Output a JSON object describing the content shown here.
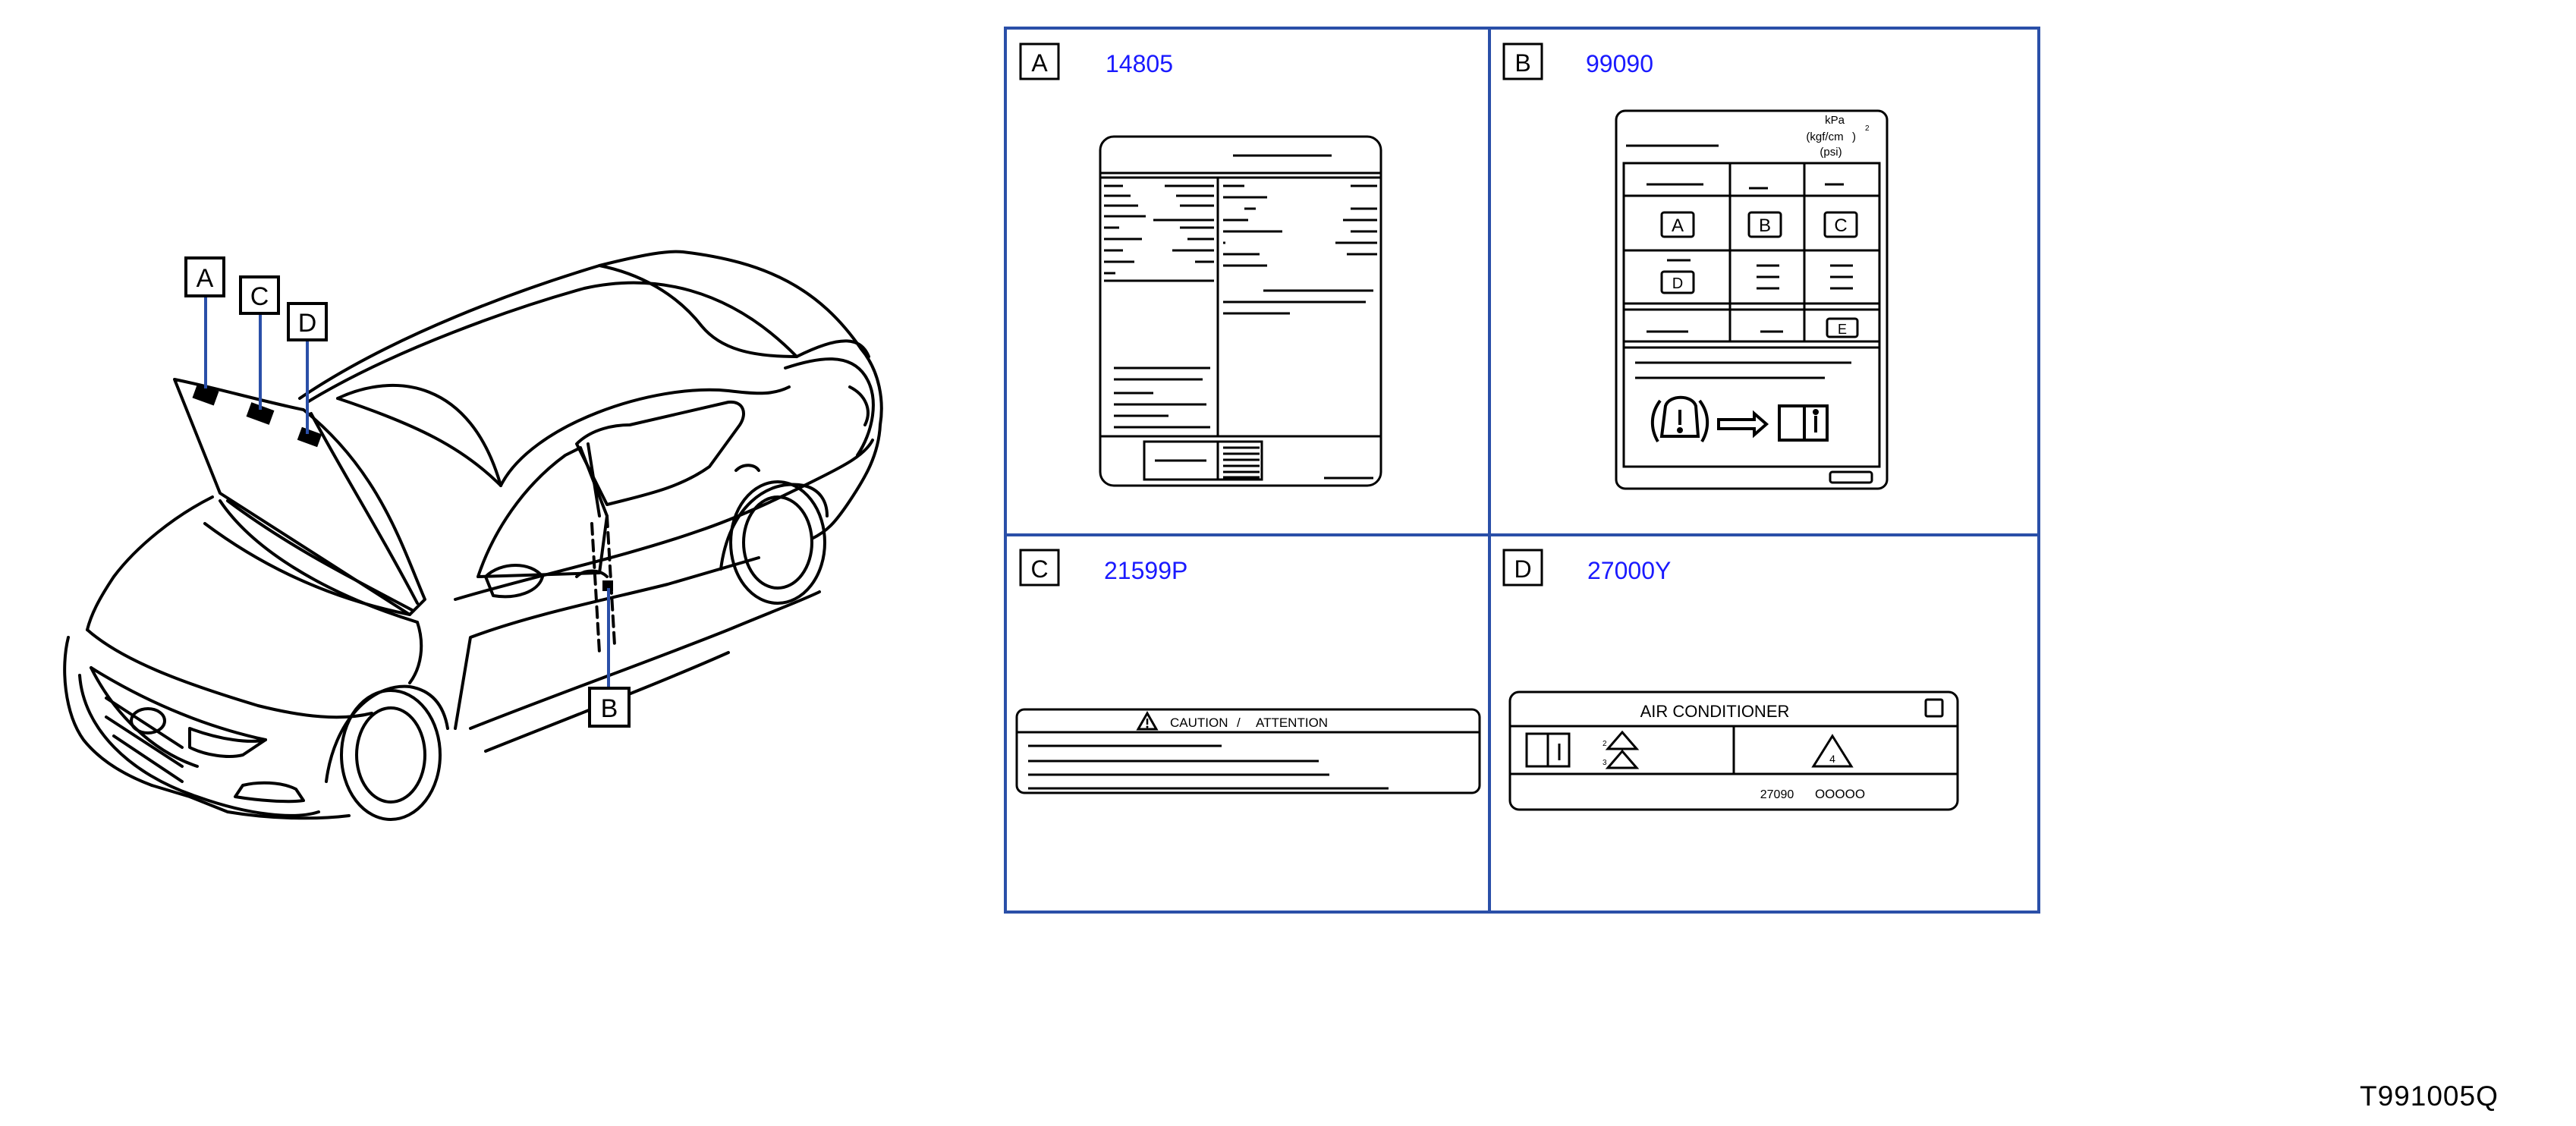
{
  "colors": {
    "frame": "#2a4fa8",
    "part_number": "#1a1aff",
    "callout_line": "#2a4fa8",
    "ink": "#000000"
  },
  "callouts": {
    "a": "A",
    "b": "B",
    "c": "C",
    "d": "D"
  },
  "panels": [
    {
      "letter": "A",
      "part_number": "14805"
    },
    {
      "letter": "B",
      "part_number": "99090"
    },
    {
      "letter": "C",
      "part_number": "21599P"
    },
    {
      "letter": "D",
      "part_number": "27000Y"
    }
  ],
  "label_b": {
    "unit_kpa": "kPa",
    "unit_kgf": "(kgf/cm",
    "unit_kgf_close": ")",
    "unit_sup": "2",
    "unit_psi": "(psi)",
    "cells": [
      "A",
      "B",
      "C",
      "D",
      "E"
    ]
  },
  "label_c": {
    "caution": "CAUTION",
    "separator": "/",
    "attention": "ATTENTION"
  },
  "label_d": {
    "title": "AIR   CONDITIONER",
    "tri1": "2",
    "tri2": "3",
    "tri3": "4",
    "code": "27090",
    "ooooo": "OOOOO"
  },
  "figure_code": "T991005Q"
}
